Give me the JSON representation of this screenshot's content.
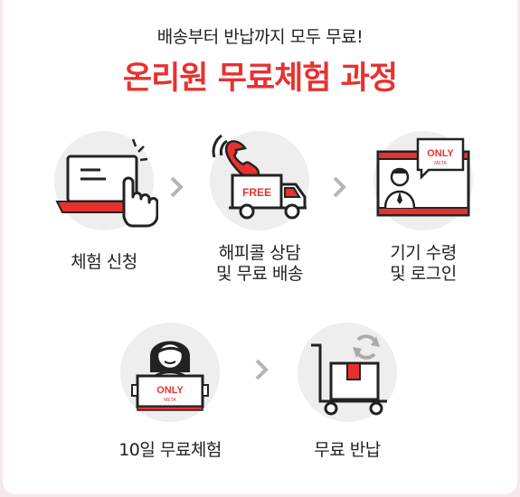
{
  "header": {
    "subtitle": "배송부터 반납까지 모두 무료!",
    "title": "온리원 무료체험 과정"
  },
  "steps": [
    {
      "label": "체험 신청",
      "icon": "laptop-click-icon"
    },
    {
      "label": "해피콜 상담\n및 무료 배송",
      "icon": "phone-truck-icon",
      "badge": "FREE"
    },
    {
      "label": "기기 수령\n및 로그인",
      "icon": "monitor-login-icon",
      "brand": "ONLY",
      "brand_sub": "META"
    },
    {
      "label": "10일 무료체험",
      "icon": "person-sign-icon",
      "brand": "ONLY",
      "brand_sub": "META"
    },
    {
      "label": "무료 반납",
      "icon": "cart-return-icon"
    }
  ],
  "colors": {
    "accent": "#e8312f",
    "circle": "#eeeeee",
    "arrow": "#b5b5b5"
  }
}
